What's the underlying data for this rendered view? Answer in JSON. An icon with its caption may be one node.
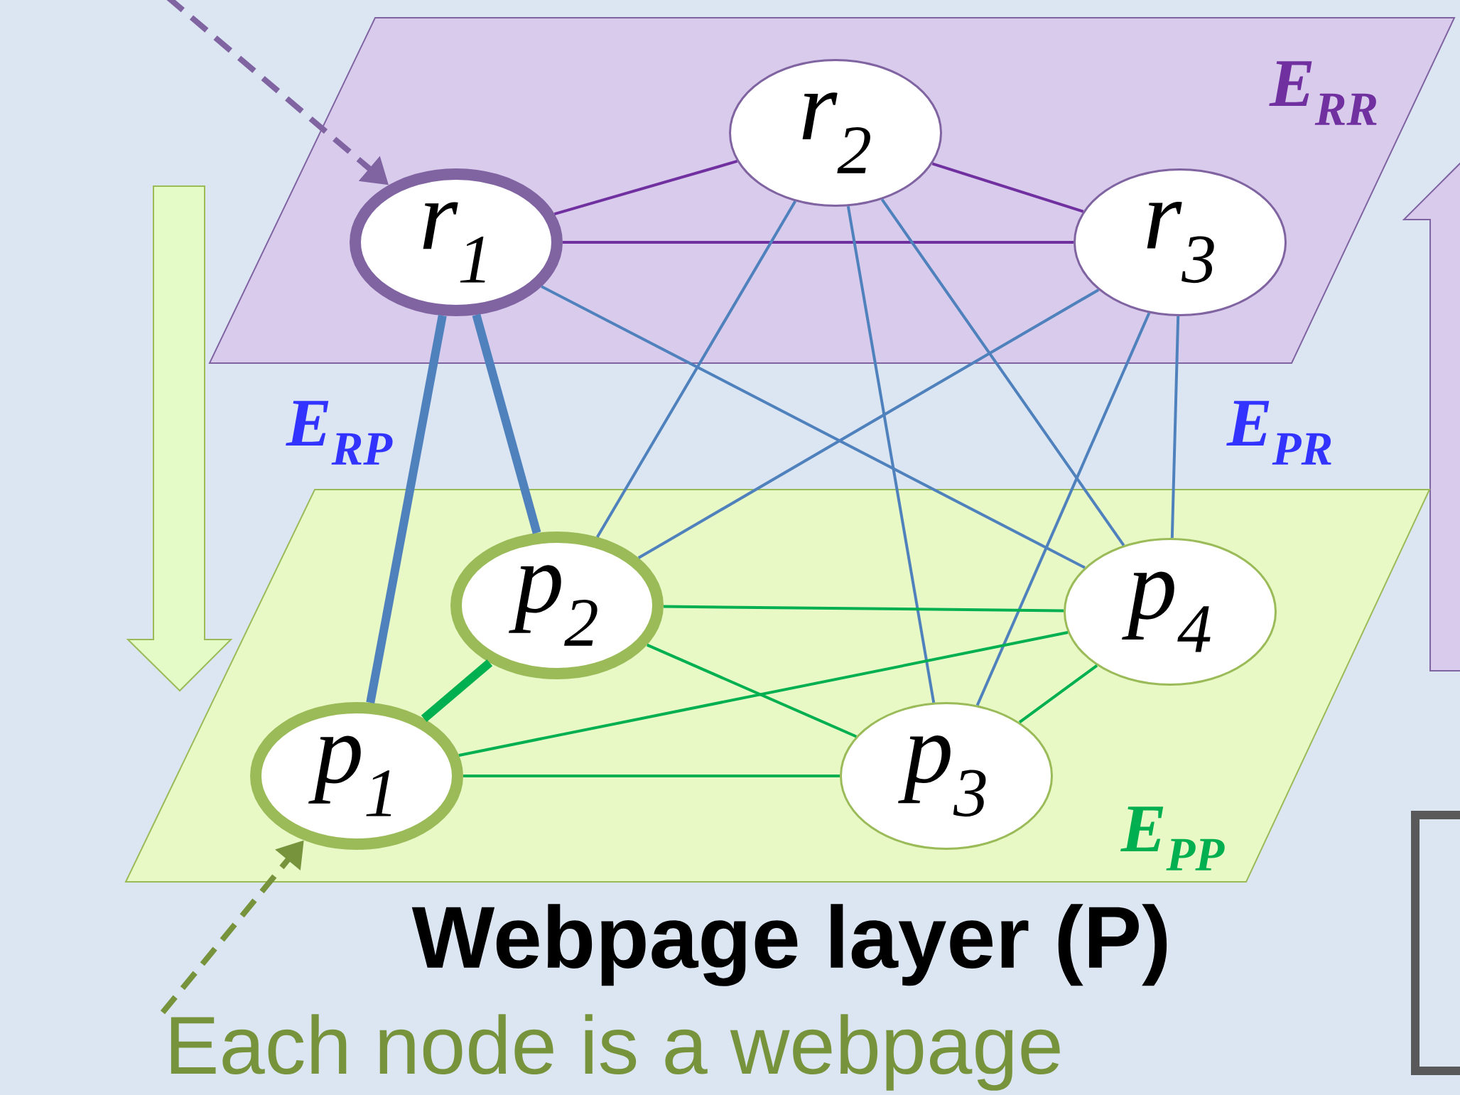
{
  "diagram": {
    "nodes": [
      {
        "text": [
          "E$_{RR}$"
        ]
      },
      {
        "text": [
          "r$_{1}$"
        ],
        "in": 0
      },
      {
        "text": [
          "r$_{2}$"
        ],
        "in": 0
      },
      {
        "text": [
          "r$_{3}$"
        ],
        "in": 0
      },
      {
        "text": [
          "E$_{PP}$",
          "Webpage layer (P)"
        ]
      },
      {
        "text": [
          "p$_{1}$"
        ],
        "in": 4
      },
      {
        "text": [
          "p$_{2}$"
        ],
        "in": 4
      },
      {
        "text": [
          "p$_{3}$"
        ],
        "in": 4
      },
      {
        "text": [
          "p$_{4}$"
        ],
        "in": 4
      },
      {
        "text": [
          "Each node is a webpage"
        ]
      }
    ],
    "edges": [
      {
        "from": 1,
        "to": 2,
        "arrow": "none",
        "color": "#7030a0"
      },
      {
        "from": 2,
        "to": 3,
        "arrow": "none",
        "color": "#7030a0"
      },
      {
        "from": 1,
        "to": 3,
        "arrow": "none",
        "color": "#7030a0"
      },
      {
        "from": 1,
        "to": 5,
        "arrow": "none",
        "style": "thick"
      },
      {
        "from": 1,
        "to": 6,
        "arrow": "none",
        "style": "thick"
      },
      {
        "from": 1,
        "to": 8,
        "arrow": "none"
      },
      {
        "from": 2,
        "to": 6,
        "arrow": "none"
      },
      {
        "from": 2,
        "to": 7,
        "arrow": "none"
      },
      {
        "from": 2,
        "to": 8,
        "arrow": "none"
      },
      {
        "from": 3,
        "to": 6,
        "arrow": "none"
      },
      {
        "from": 3,
        "to": 7,
        "arrow": "none"
      },
      {
        "from": 3,
        "to": 8,
        "arrow": "none"
      },
      {
        "from": 5,
        "to": 6,
        "arrow": "none",
        "style": "thick",
        "color": "#00b050"
      },
      {
        "from": 6,
        "to": 8,
        "arrow": "none",
        "color": "#00b050"
      },
      {
        "from": 6,
        "to": 7,
        "arrow": "none",
        "color": "#00b050"
      },
      {
        "from": 5,
        "to": 8,
        "arrow": "none",
        "color": "#00b050"
      },
      {
        "from": 5,
        "to": 7,
        "arrow": "none",
        "color": "#00b050"
      },
      {
        "from": 7,
        "to": 8,
        "arrow": "none",
        "color": "#00b050"
      },
      {
        "from": null,
        "to": 1,
        "arrow": "to",
        "style": "dashed",
        "color": "#8064a2"
      },
      {
        "from": 9,
        "to": 5,
        "arrow": "to",
        "style": "dashed",
        "color": "#77933c"
      }
    ],
    "labels": [
      "E$_{RP}$",
      "E$_{PR}$"
    ]
  }
}
